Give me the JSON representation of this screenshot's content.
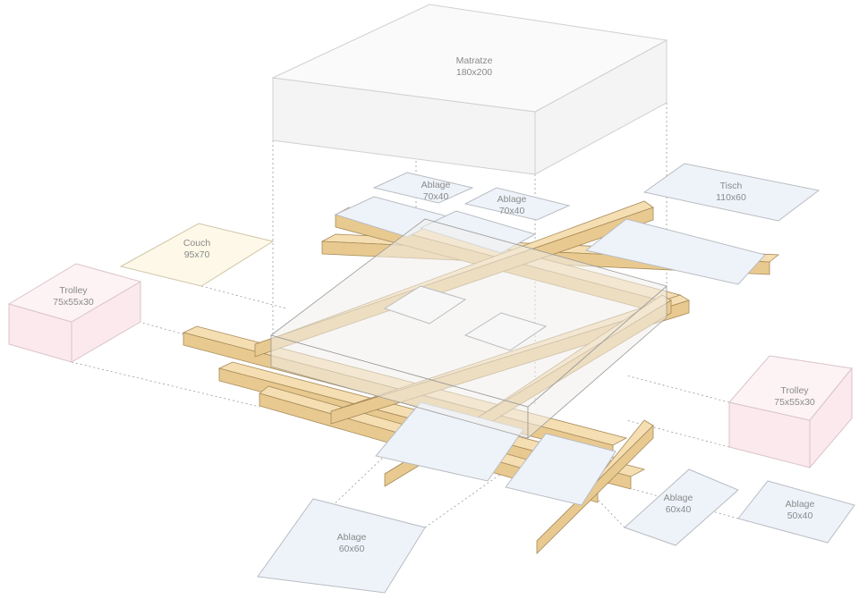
{
  "labels": {
    "mattress": {
      "name": "Matratze",
      "size": "180x200"
    },
    "shelf_top_left": {
      "name": "Ablage",
      "size": "70x40"
    },
    "shelf_top_right": {
      "name": "Ablage",
      "size": "70x40"
    },
    "table": {
      "name": "Tisch",
      "size": "110x60"
    },
    "couch": {
      "name": "Couch",
      "size": "95x70"
    },
    "trolley_left": {
      "name": "Trolley",
      "size": "75x55x30"
    },
    "trolley_right": {
      "name": "Trolley",
      "size": "75x55x30"
    },
    "shelf_60x40": {
      "name": "Ablage",
      "size": "60x40"
    },
    "shelf_50x40": {
      "name": "Ablage",
      "size": "50x40"
    },
    "shelf_60x60": {
      "name": "Ablage",
      "size": "60x60"
    }
  },
  "colors": {
    "wood": "#f5deb2",
    "plate": "#eef3fa",
    "trolley": "#fbe9ed",
    "couch": "#fdf8e8"
  }
}
